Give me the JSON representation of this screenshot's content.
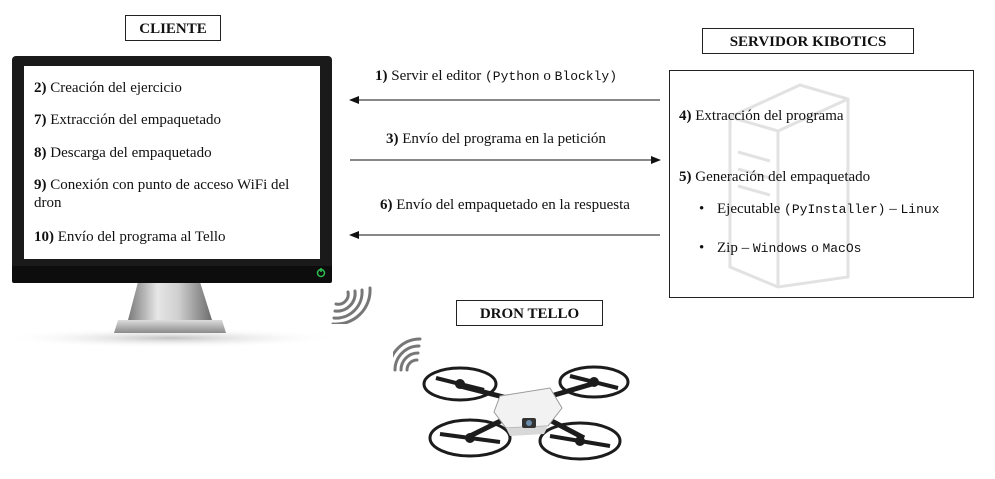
{
  "cliente": {
    "title": "CLIENTE",
    "steps": [
      {
        "num": "2)",
        "text": "Creación del ejercicio"
      },
      {
        "num": "7)",
        "text": "Extracción del empaquetado"
      },
      {
        "num": "8)",
        "text": "Descarga del empaquetado"
      },
      {
        "num": "9)",
        "text": "Conexión con punto de acceso WiFi del dron"
      },
      {
        "num": "10)",
        "text": "Envío del programa al Tello"
      }
    ]
  },
  "servidor": {
    "title": "SERVIDOR KIBOTICS",
    "step4": {
      "num": "4)",
      "text": "Extracción del programa"
    },
    "step5": {
      "num": "5)",
      "text": "Generación del empaquetado"
    },
    "bullets": [
      {
        "text": "Ejecutable",
        "code1": "(PyInstaller)",
        "sep": " – ",
        "code2": "Linux"
      },
      {
        "text": "Zip",
        "sep": " – ",
        "code1": "Windows",
        "mid": " o ",
        "code2": "MacOs"
      }
    ]
  },
  "arrows": {
    "a1": {
      "num": "1)",
      "text": "Servir el editor ",
      "code1": "(Python",
      "mid": " o ",
      "code2": "Blockly)"
    },
    "a3": {
      "num": "3)",
      "text": "Envío del programa en la petición"
    },
    "a6": {
      "num": "6)",
      "text": "Envío del empaquetado en la respuesta"
    }
  },
  "dron": {
    "title": "DRON TELLO"
  },
  "colors": {
    "monitor": "#1a1a1a",
    "stand": "#bdbdbd",
    "led": "#2fbf4f",
    "drone_body": "#f2f2f2",
    "drone_dark": "#1c1c1c"
  }
}
